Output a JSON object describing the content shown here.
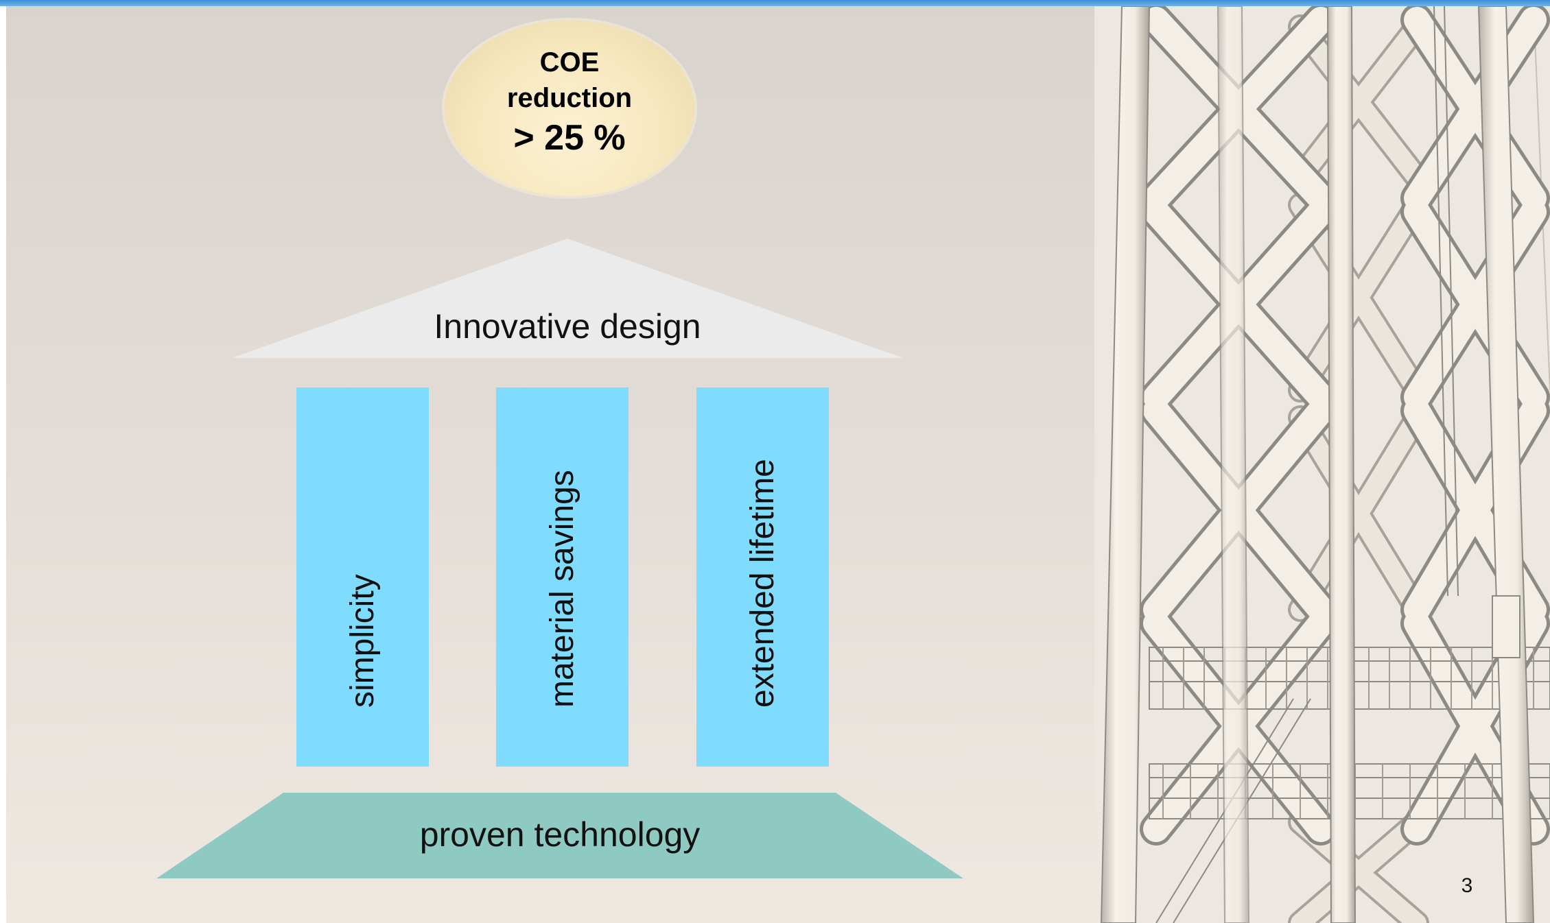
{
  "coe": {
    "line1": "COE",
    "line2": "reduction",
    "line3": "> 25 %"
  },
  "roof": {
    "label": "Innovative design"
  },
  "pillars": [
    {
      "label": "simplicity"
    },
    {
      "label": "material savings"
    },
    {
      "label": "extended lifetime"
    }
  ],
  "base": {
    "label": "proven technology"
  },
  "page_number": "3",
  "colors": {
    "top_rule": "#3a8fd6",
    "coe_fill": "#f7e7bd",
    "roof_fill": "#ebebeb",
    "pillar_fill": "#80dcff",
    "base_fill": "#8ecac1",
    "tower_member": "#f1ece3",
    "tower_edge": "#8d8984"
  },
  "image": {
    "tower": "lattice-jacket-tower-rendering"
  }
}
